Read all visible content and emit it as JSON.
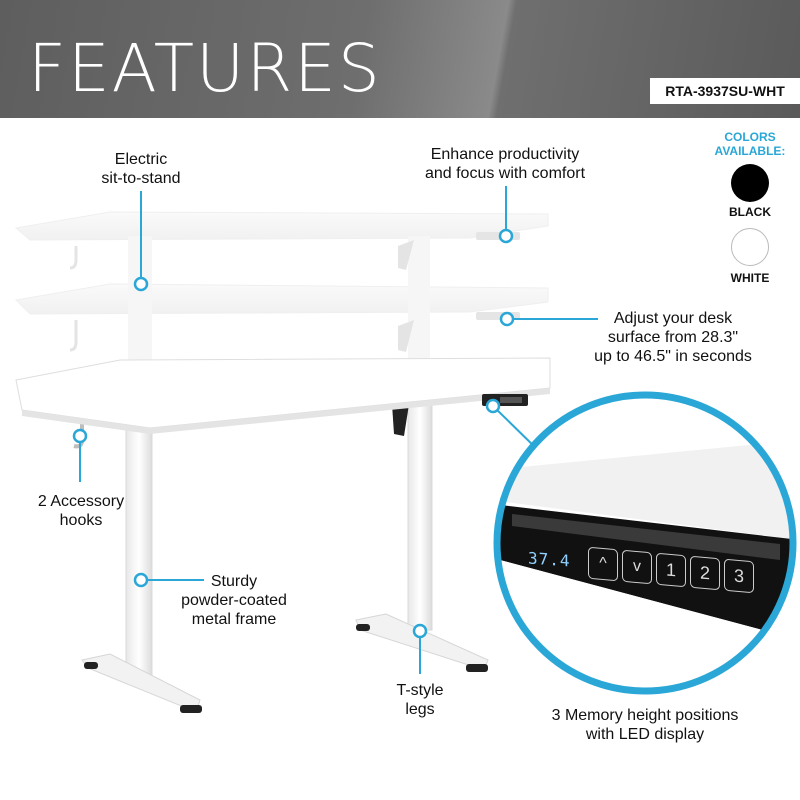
{
  "header": {
    "title": "FEATURES",
    "sku": "RTA-3937SU-WHT"
  },
  "colors": {
    "title": "COLORS AVAILABLE:",
    "options": [
      {
        "name": "BLACK",
        "hex": "#000000"
      },
      {
        "name": "WHITE",
        "hex": "#ffffff"
      }
    ]
  },
  "callouts": {
    "electric": "Electric\nsit-to-stand",
    "productivity": "Enhance productivity\nand focus with comfort",
    "adjust": "Adjust your desk\nsurface from 28.3\"\nup to 46.5\" in seconds",
    "hooks": "2 Accessory\nhooks",
    "frame": "Sturdy\npowder-coated\nmetal frame",
    "legs": "T-style\nlegs",
    "memory": "3 Memory height positions\nwith LED display"
  },
  "display": {
    "reading": "37.4",
    "buttons": [
      "^",
      "v",
      "1",
      "2",
      "3"
    ]
  },
  "theme": {
    "accent": "#2aa7d6",
    "header": "#666666"
  }
}
